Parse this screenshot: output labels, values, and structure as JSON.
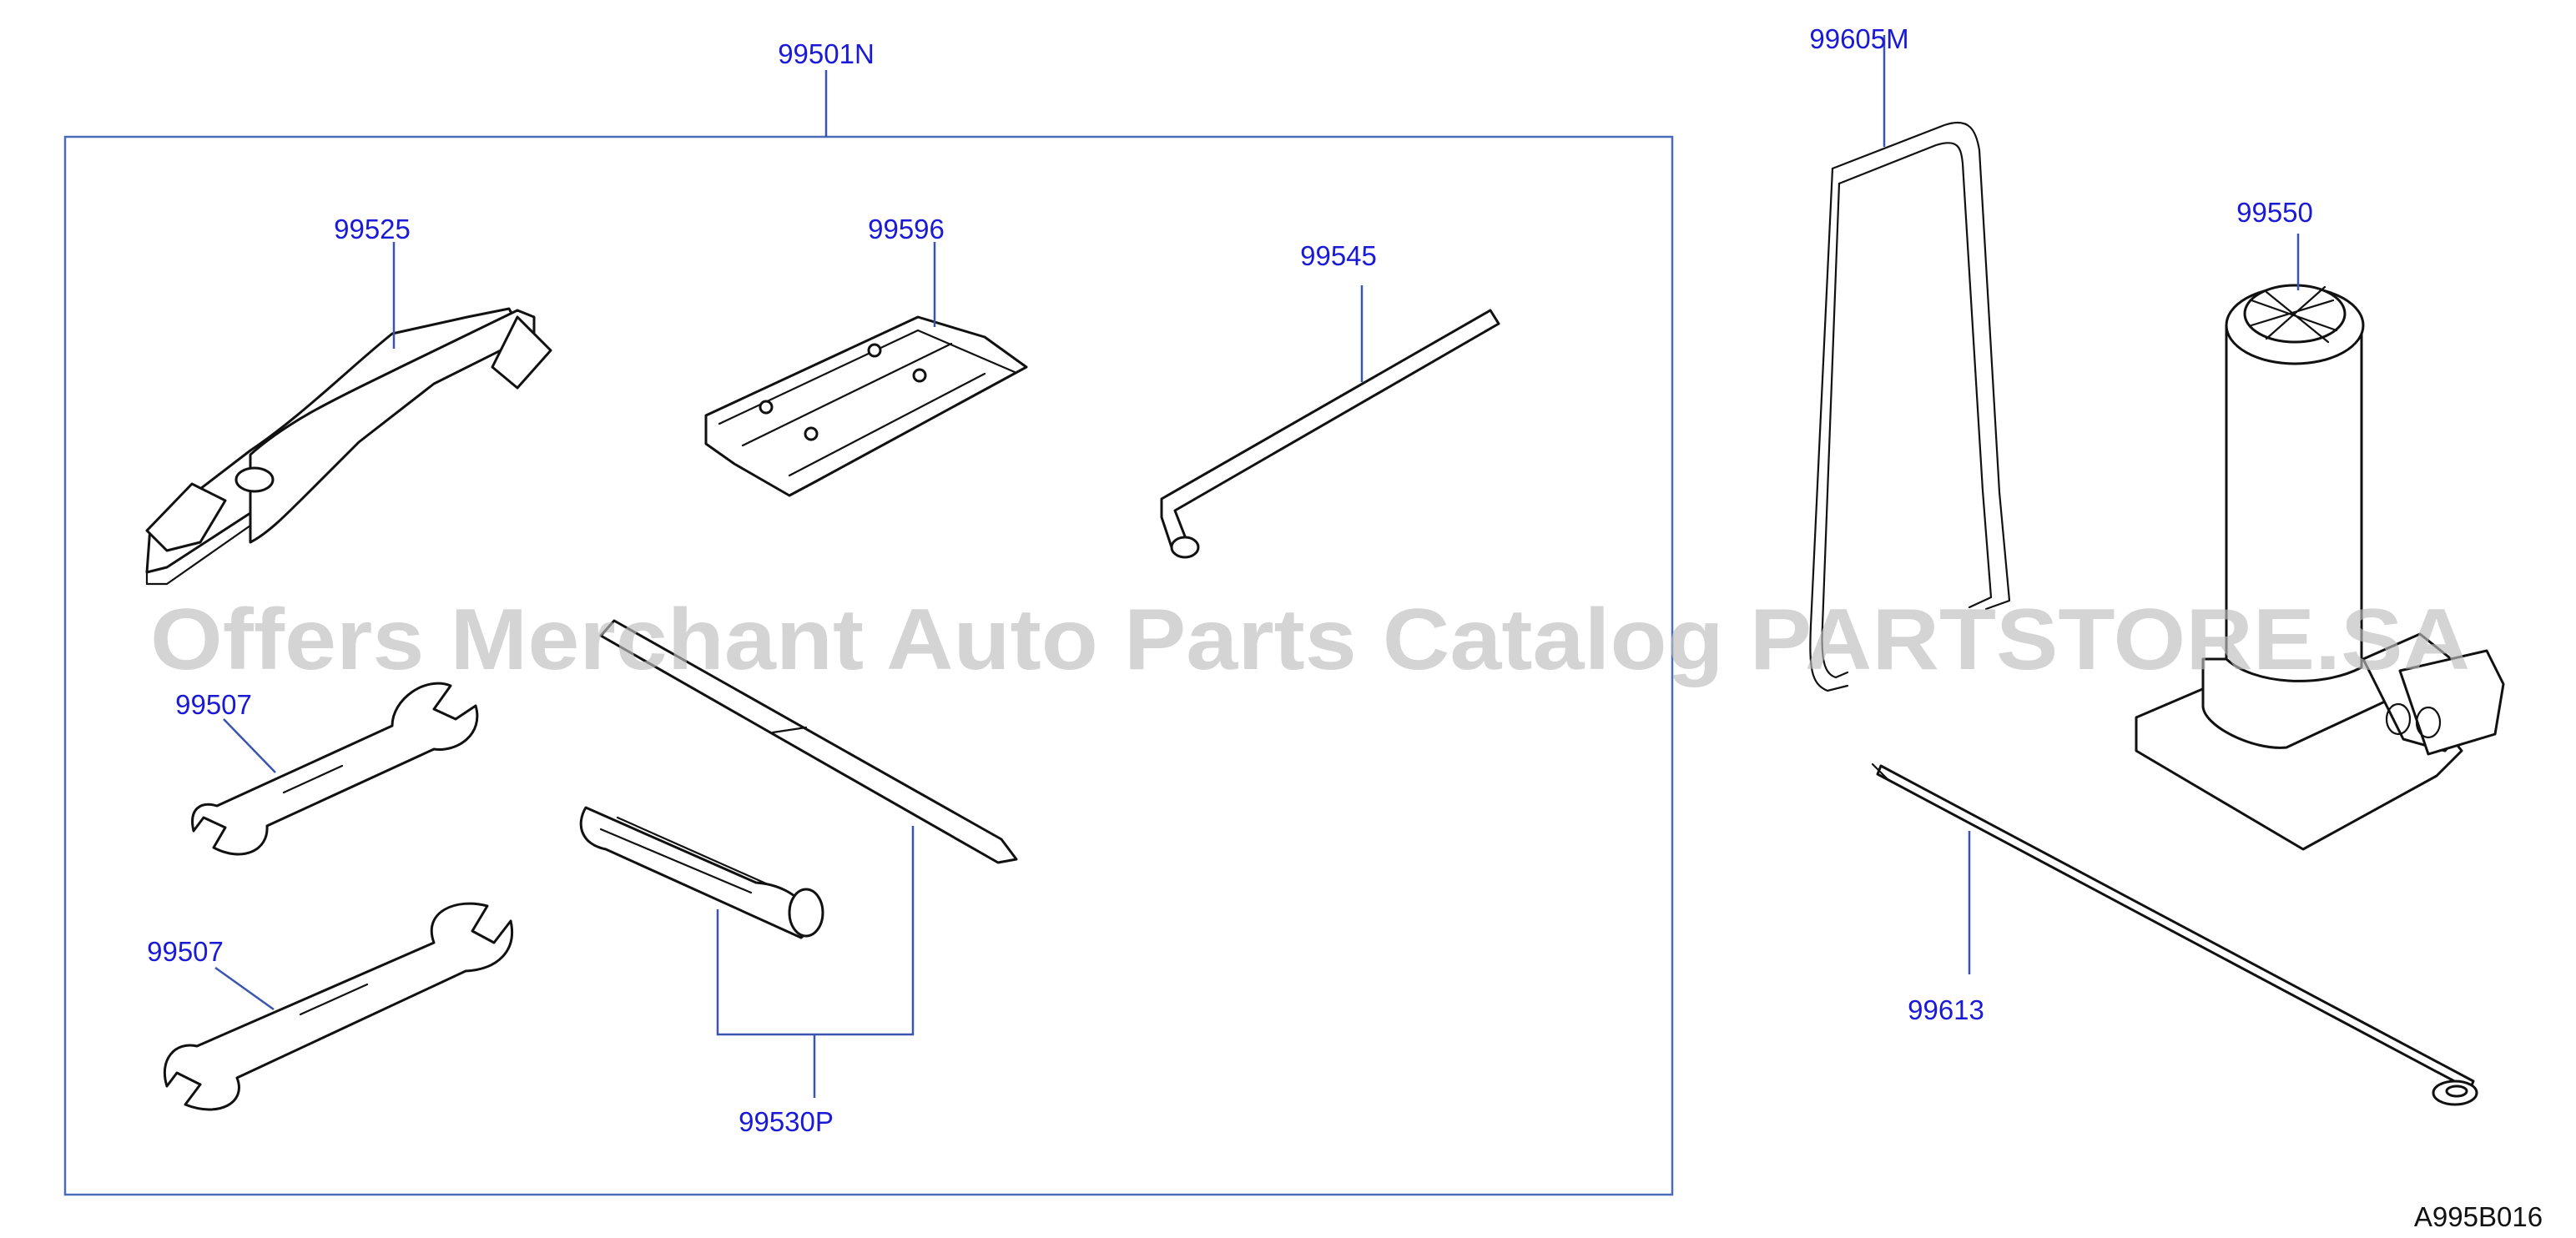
{
  "labels": {
    "kit": "99501N",
    "pliers": "99525",
    "plate": "99596",
    "lwrench": "99545",
    "wrench_small": "99507",
    "wrench_large": "99507",
    "screwdriver": "99530P",
    "jack_handle": "99605M",
    "jack": "99550",
    "rod": "99613"
  },
  "watermark": "Offers Merchant Auto Parts Catalog PARTSTORE.SA",
  "diagram_code": "A995B016",
  "colors": {
    "label": "#1a1ad6",
    "leader": "#3a55b0",
    "frame": "#4a6cb8",
    "ink": "#111111",
    "watermark": "#bdbdbd"
  }
}
